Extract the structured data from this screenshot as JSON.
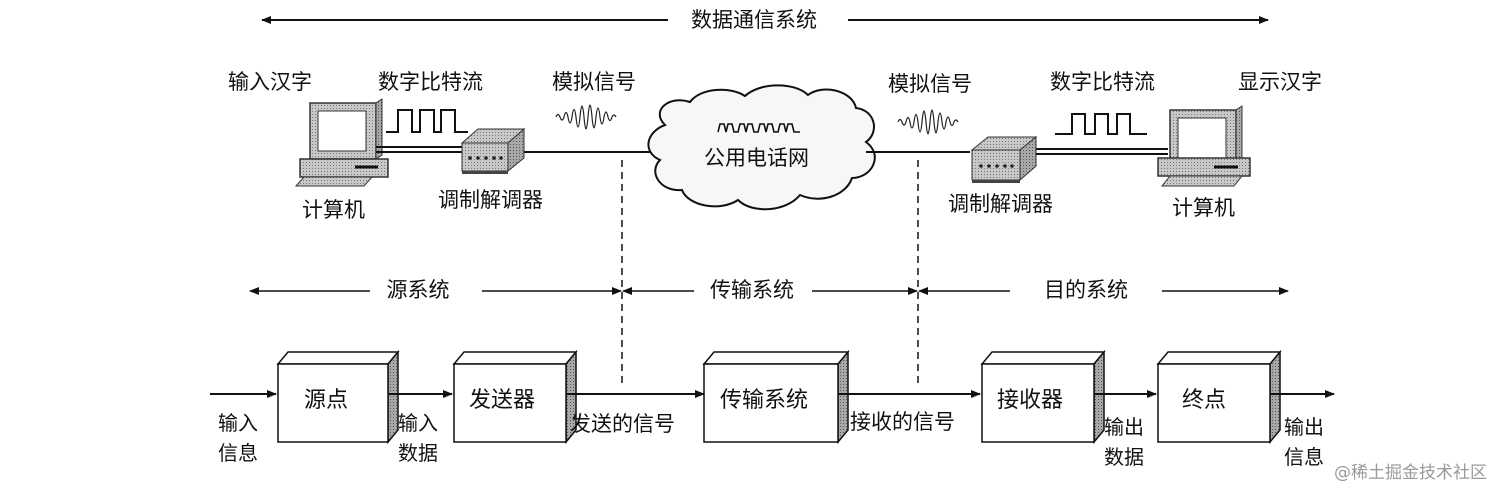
{
  "title": "数据通信系统",
  "top": {
    "left": {
      "input_label": "输入汉字",
      "digital_label": "数字比特流",
      "analog_label": "模拟信号",
      "computer_label": "计算机",
      "modem_label": "调制解调器"
    },
    "network_label": "公用电话网",
    "right": {
      "analog_label": "模拟信号",
      "digital_label": "数字比特流",
      "output_label": "显示汉字",
      "computer_label": "计算机",
      "modem_label": "调制解调器"
    }
  },
  "sections": [
    {
      "label": "源系统"
    },
    {
      "label": "传输系统"
    },
    {
      "label": "目的系统"
    }
  ],
  "blocks": [
    {
      "label": "源点"
    },
    {
      "label": "发送器"
    },
    {
      "label": "传输系统"
    },
    {
      "label": "接收器"
    },
    {
      "label": "终点"
    }
  ],
  "flows": {
    "input_info": [
      "输入",
      "信息"
    ],
    "input_data": [
      "输入",
      "数据"
    ],
    "sent_signal": "发送的信号",
    "received_signal": "接收的信号",
    "output_data": [
      "输出",
      "数据"
    ],
    "output_info": [
      "输出",
      "信息"
    ]
  },
  "watermark": "@稀土掘金技术社区"
}
